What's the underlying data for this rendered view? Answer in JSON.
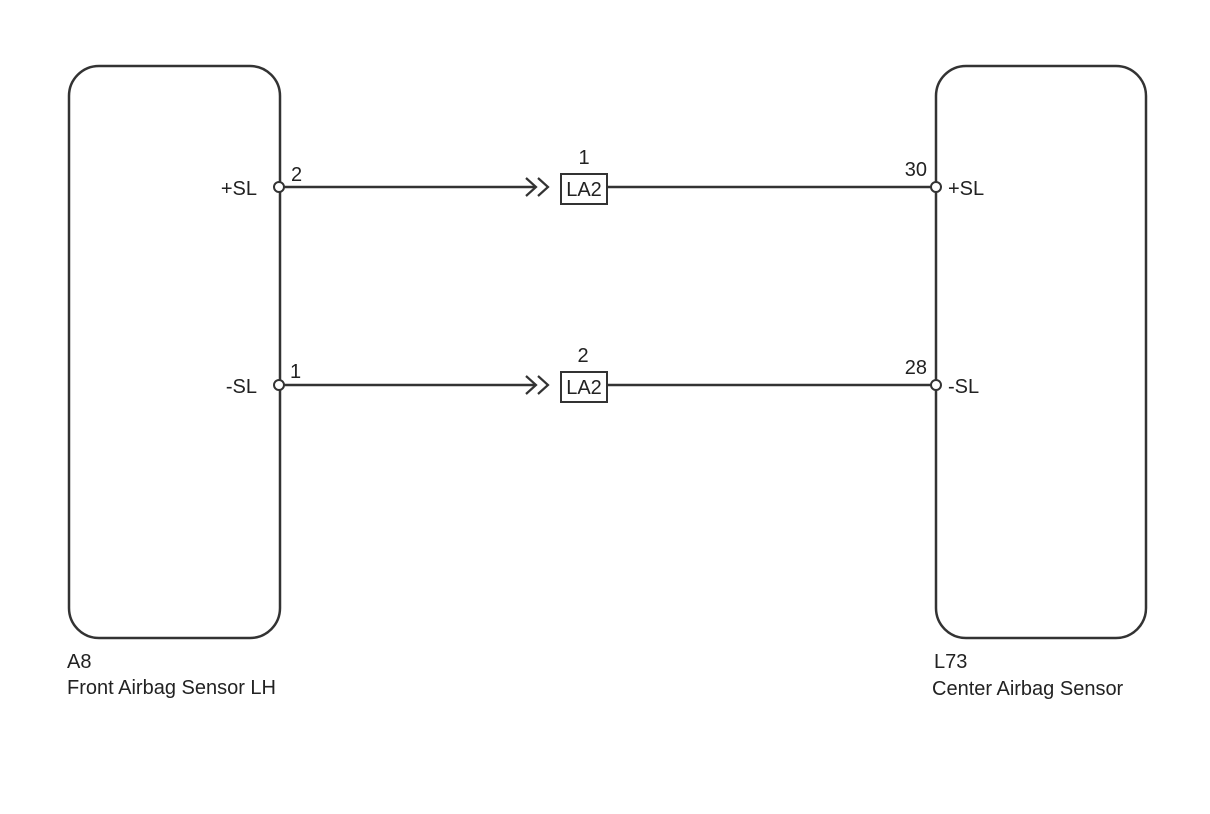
{
  "components": {
    "left": {
      "code": "A8",
      "name": "Front Airbag Sensor LH",
      "pins": [
        {
          "number": "2",
          "signal": "+SL"
        },
        {
          "number": "1",
          "signal": "-SL"
        }
      ]
    },
    "right": {
      "code": "L73",
      "name": "Center Airbag Sensor",
      "pins": [
        {
          "number": "30",
          "signal": "+SL"
        },
        {
          "number": "28",
          "signal": "-SL"
        }
      ]
    }
  },
  "connectors": [
    {
      "code": "LA2",
      "pin": "1"
    },
    {
      "code": "LA2",
      "pin": "2"
    }
  ]
}
